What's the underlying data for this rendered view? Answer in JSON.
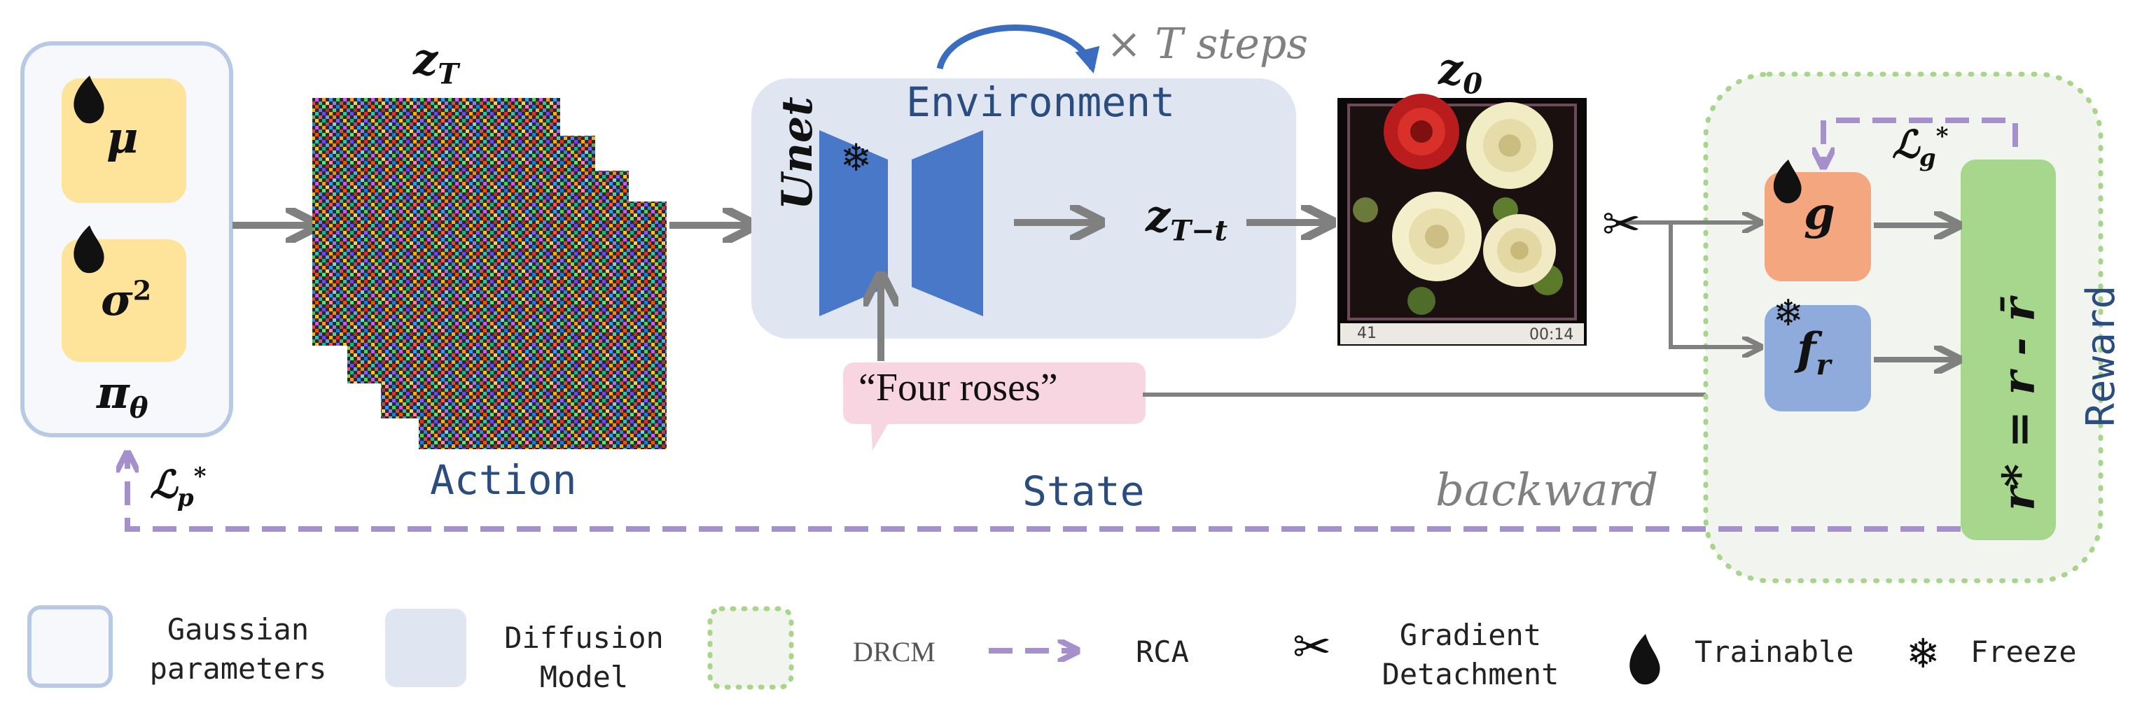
{
  "policy": {
    "mu": "μ",
    "sigma": "σ",
    "sigma_exp": "2",
    "pi": "π",
    "pi_sub": "θ"
  },
  "noise": {
    "zt": "z",
    "zt_sub": "T",
    "action": "Action"
  },
  "environment": {
    "label": "Environment",
    "unet": "Unet",
    "steps": "× T steps",
    "steps_t": "T",
    "zmid": "z",
    "zmid_sub": "T−t"
  },
  "prompt": {
    "text": "“Four roses”",
    "state": "State"
  },
  "output": {
    "z0": "z",
    "z0_sub": "0",
    "corner_left": "41",
    "corner_right": "00:14"
  },
  "reward": {
    "label": "Reward",
    "g": "g",
    "f": "f",
    "f_sub": "r",
    "formula": "r* = r - r̄",
    "lg": "ℒ",
    "lg_sub": "g",
    "lg_sup": "*",
    "lp": "ℒ",
    "lp_sub": "p",
    "lp_sup": "*",
    "backward": "backward"
  },
  "legend": {
    "gaussian": "Gaussian parameters",
    "gaussian_1": "Gaussian",
    "gaussian_2": "parameters",
    "diffusion_1": "Diffusion",
    "diffusion_2": "Model",
    "drcm": "DRCM",
    "rca": "RCA",
    "gradient_1": "Gradient",
    "gradient_2": "Detachment",
    "trainable": "Trainable",
    "freeze": "Freeze"
  },
  "colors": {
    "yellow": "#fde49a",
    "orange": "#f4a77f",
    "blue_box": "#8fabdb",
    "green": "#a7d78d",
    "env_bg": "#dfe6f1",
    "unet_blue": "#4a78c8",
    "pink": "#f7d6e2",
    "purple": "#a690cc",
    "arrow_gray": "#808080",
    "title_blue": "#2b4c7e"
  }
}
